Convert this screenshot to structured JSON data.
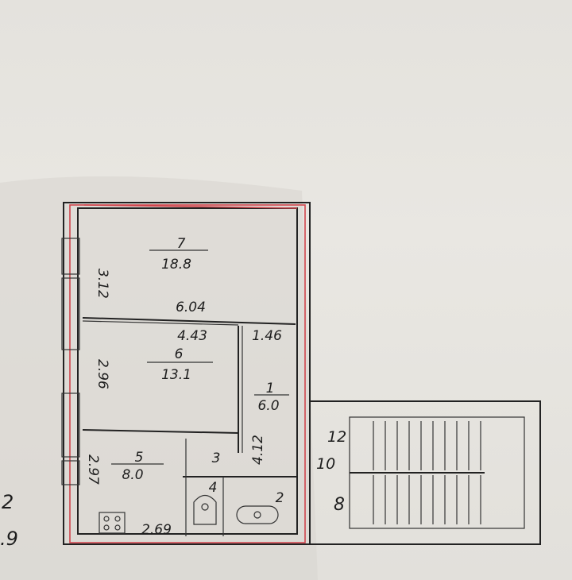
{
  "rooms": [
    {
      "number": "7",
      "area": "18.8"
    },
    {
      "number": "6",
      "area": "13.1"
    },
    {
      "number": "1",
      "area": "6.0"
    },
    {
      "number": "5",
      "area": "8.0"
    }
  ],
  "dimensions": {
    "d_604": "6.04",
    "d_443": "4.43",
    "d_146": "1.46",
    "d_312": "3.12",
    "d_296": "2.96",
    "d_297": "2.97",
    "d_412": "4.12",
    "d_269": "2.69"
  },
  "labels": {
    "room3": "3",
    "room4": "4",
    "room2": "2",
    "stair12": "12",
    "stair10": "10",
    "stair8": "8",
    "left_num": "2",
    "left_area": ".9"
  }
}
